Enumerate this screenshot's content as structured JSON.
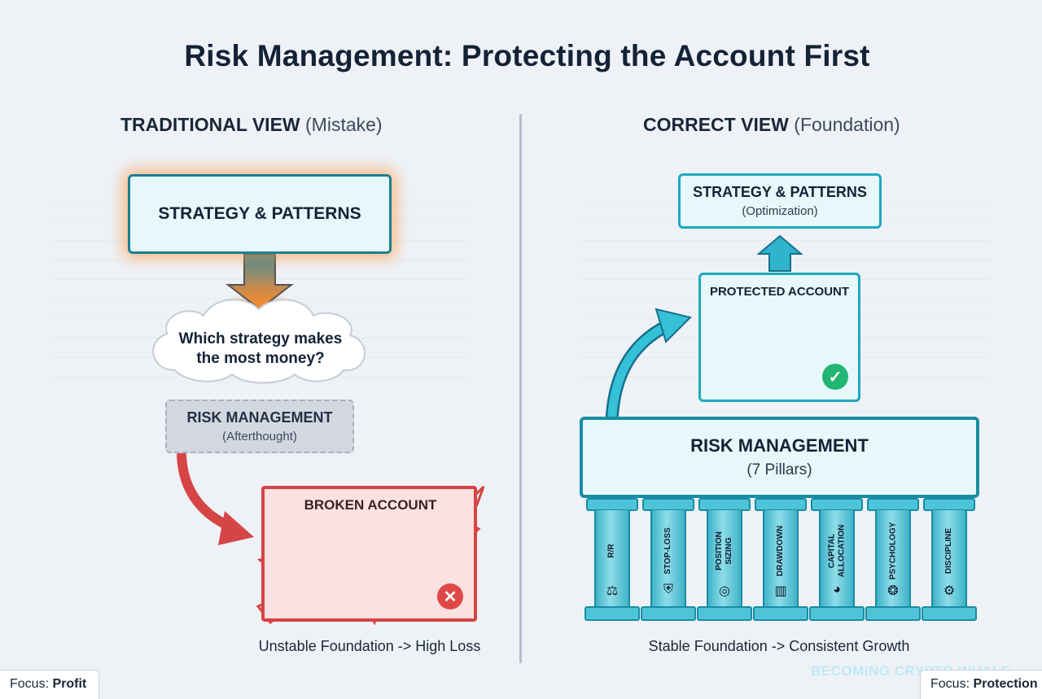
{
  "title": "Risk Management: Protecting the Account First",
  "left": {
    "heading_bold": "TRADITIONAL VIEW",
    "heading_normal": "(Mistake)",
    "strategy_box": "STRATEGY & PATTERNS",
    "cloud_question_line1": "Which strategy makes",
    "cloud_question_line2": "the most money?",
    "risk_box_title": "RISK MANAGEMENT",
    "risk_box_sub": "(Afterthought)",
    "broken_label": "BROKEN ACCOUNT",
    "fail_icon": "x-icon",
    "caption": "Unstable Foundation -> High Loss"
  },
  "right": {
    "heading_bold": "CORRECT VIEW",
    "heading_normal": "(Foundation)",
    "strategy_title": "STRATEGY & PATTERNS",
    "strategy_sub": "(Optimization)",
    "protected_label": "PROTECTED ACCOUNT",
    "success_icon": "check-icon",
    "risk_title": "RISK MANAGEMENT",
    "risk_sub": "(7 Pillars)",
    "pillars": [
      {
        "label": "R/R",
        "icon": "scale-icon",
        "glyph": "⚖"
      },
      {
        "label": "STOP-LOSS",
        "icon": "shield-icon",
        "glyph": "⛨"
      },
      {
        "label": "POSITION\nSIZING",
        "icon": "coins-icon",
        "glyph": "◎"
      },
      {
        "label": "DRAWDOWN",
        "icon": "chart-down-icon",
        "glyph": "▥"
      },
      {
        "label": "CAPITAL\nALLOCATION",
        "icon": "pie-chart-icon",
        "glyph": "◕"
      },
      {
        "label": "PSYCHOLOGY",
        "icon": "brain-icon",
        "glyph": "❂"
      },
      {
        "label": "DISCIPLINE",
        "icon": "gears-icon",
        "glyph": "⚙"
      }
    ],
    "caption": "Stable Foundation -> Consistent Growth"
  },
  "footer": {
    "left_prefix": "Focus:",
    "left_value": "Profit",
    "right_prefix": "Focus:",
    "right_value": "Protection",
    "watermark": "BECOMING CRYPTO WHALE"
  },
  "colors": {
    "accent_cyan": "#1ea8c0",
    "danger_red": "#d64545",
    "success_green": "#22b573",
    "glow_orange": "#ff8c28"
  }
}
